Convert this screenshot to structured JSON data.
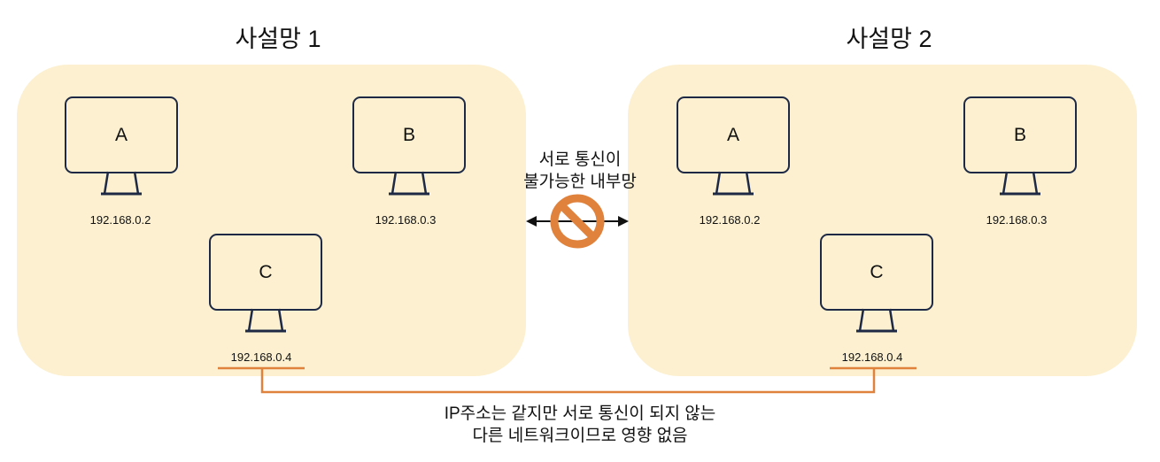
{
  "networks": [
    {
      "title": "사설망 1",
      "pcs": [
        {
          "label": "A",
          "ip": "192.168.0.2"
        },
        {
          "label": "B",
          "ip": "192.168.0.3"
        },
        {
          "label": "C",
          "ip": "192.168.0.4"
        }
      ]
    },
    {
      "title": "사설망 2",
      "pcs": [
        {
          "label": "A",
          "ip": "192.168.0.2"
        },
        {
          "label": "B",
          "ip": "192.168.0.3"
        },
        {
          "label": "C",
          "ip": "192.168.0.4"
        }
      ]
    }
  ],
  "middle_note": {
    "line1": "서로 통신이",
    "line2": "불가능한 내부망"
  },
  "bottom_note": {
    "line1": "IP주소는 같지만 서로 통신이 되지 않는",
    "line2": "다른 네트워크이므로 영향 없음"
  },
  "colors": {
    "network_bg": "#fcf0d0",
    "monitor_stroke": "#1e2a45",
    "accent_orange": "#e0823c"
  },
  "icons": {
    "blocked": "prohibited-icon",
    "arrow": "double-arrow-icon"
  }
}
